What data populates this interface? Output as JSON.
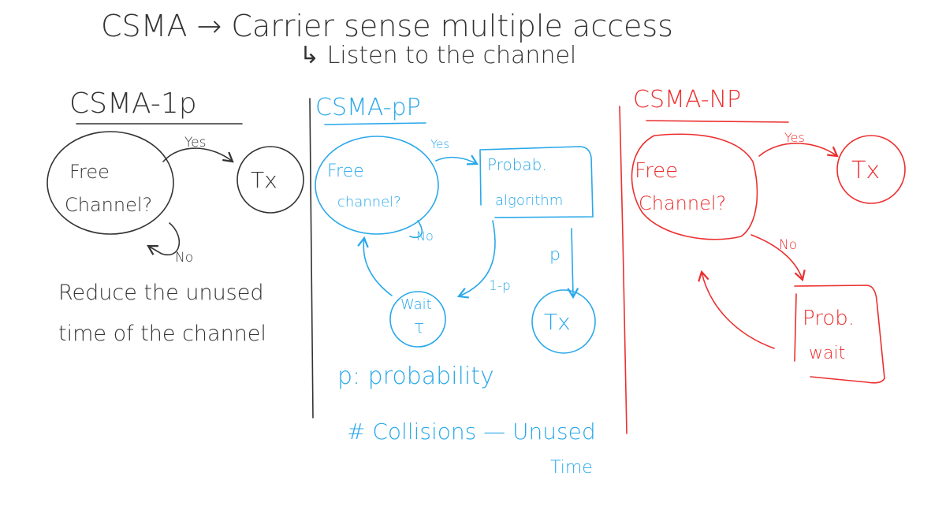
{
  "header": {
    "line1": "CSMA → Carrier sense multiple access",
    "line2": "↳ Listen to the channel"
  },
  "colors": {
    "ink": "#333333",
    "blue": "#29a8ea",
    "red": "#ec2f2f"
  },
  "csma_1p": {
    "title": "CSMA-1p",
    "node_line1": "Free",
    "node_line2": "Channel?",
    "tx": "Tx",
    "yes": "Yes",
    "no": "No",
    "note_line1": "Reduce the unused",
    "note_line2": "time of the channel"
  },
  "csma_pp": {
    "title": "CSMA-pP",
    "node_line1": "Free",
    "node_line2": "channel?",
    "yes": "Yes",
    "no": "No",
    "box_line1": "Probab.",
    "box_line2": "algorithm",
    "p": "p",
    "one_minus_p": "1-p",
    "wait_line1": "Wait",
    "wait_line2": "τ",
    "tx": "Tx",
    "legend": "p: probability",
    "tradeoff_line1": "# Collisions — Unused",
    "tradeoff_line2": "Time"
  },
  "csma_np": {
    "title": "CSMA-NP",
    "node_line1": "Free",
    "node_line2": "Channel?",
    "yes": "Yes",
    "no": "No",
    "tx": "Tx",
    "box_line1": "Prob.",
    "box_line2": "wait"
  }
}
